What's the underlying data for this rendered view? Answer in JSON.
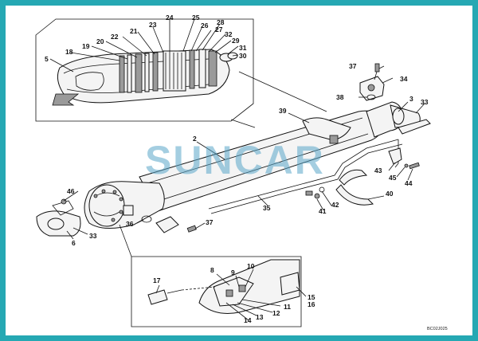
{
  "diagram": {
    "watermark": "SUNCAR",
    "drawing_code": "BC02J025",
    "border_color": "#25a8b3",
    "watermark_color": "#5aa7c9",
    "part_labels": {
      "p2": "2",
      "p3": "3",
      "p5": "5",
      "p6": "6",
      "p8": "8",
      "p9": "9",
      "p10": "10",
      "p11": "11",
      "p12": "12",
      "p13": "13",
      "p14": "14",
      "p15": "15",
      "p16": "16",
      "p17": "17",
      "p18": "18",
      "p19": "19",
      "p20": "20",
      "p21": "21",
      "p22": "22",
      "p23": "23",
      "p24": "24",
      "p25": "25",
      "p26": "26",
      "p27": "27",
      "p28": "28",
      "p29": "29",
      "p30": "30",
      "p31": "31",
      "p32": "32",
      "p33a": "33",
      "p33b": "33",
      "p34": "34",
      "p35": "35",
      "p36": "36",
      "p37a": "37",
      "p37b": "37",
      "p38": "38",
      "p39": "39",
      "p40": "40",
      "p41": "41",
      "p42": "42",
      "p43": "43",
      "p44": "44",
      "p45": "45",
      "p46": "46"
    }
  }
}
